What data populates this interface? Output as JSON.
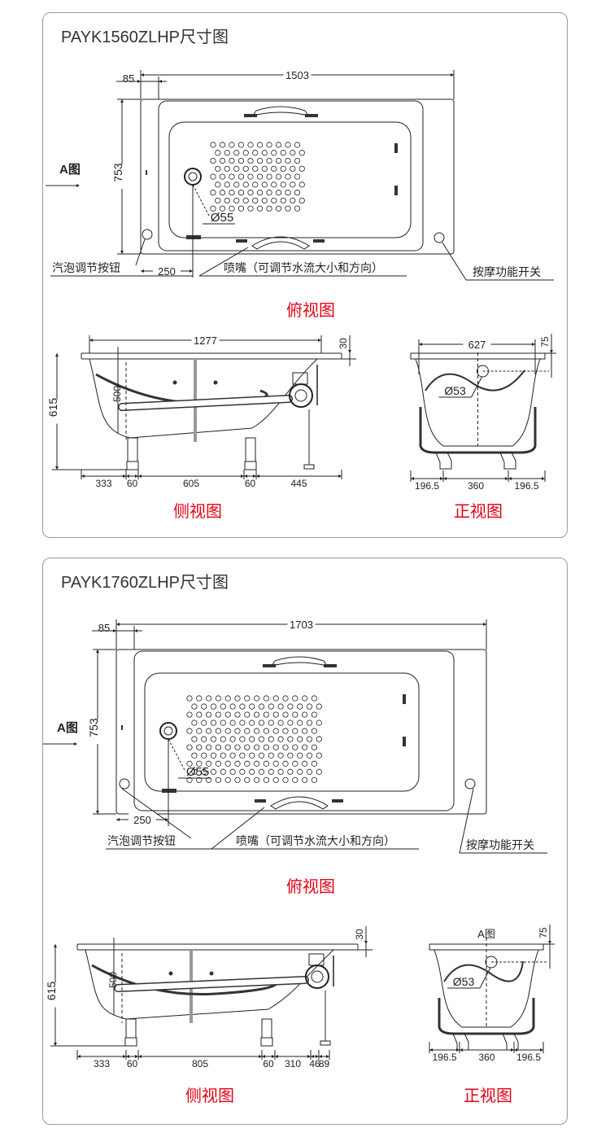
{
  "models": [
    {
      "title": "PAYK1560ZLHP尺寸图",
      "top_view": {
        "a_view_label": "A图",
        "dims": {
          "length": "1503",
          "offset": "85",
          "width": "753",
          "button_pos": "250",
          "drain": "Ø55"
        },
        "labels": {
          "air_button": "汽泡调节按钮",
          "nozzle": "喷嘴（可调节水流大小和方向）",
          "massage_switch": "按摩功能开关"
        },
        "caption": "俯视图"
      },
      "side_view": {
        "dims": {
          "inner_length": "1277",
          "rim": "30",
          "height": "615",
          "depth": "500"
        },
        "bottom_dims": [
          "333",
          "60",
          "605",
          "60",
          "445"
        ],
        "caption": "侧视图"
      },
      "front_view": {
        "dims": {
          "width": "627",
          "rim": "75",
          "overflow": "Ø53"
        },
        "bottom_dims": [
          "196.5",
          "360",
          "196.5"
        ],
        "caption": "正视图"
      }
    },
    {
      "title": "PAYK1760ZLHP尺寸图",
      "top_view": {
        "a_view_label": "A图",
        "dims": {
          "length": "1703",
          "offset": "85",
          "width": "753",
          "button_pos": "250",
          "drain": "Ø55"
        },
        "labels": {
          "air_button": "汽泡调节按钮",
          "nozzle": "喷嘴（可调节水流大小和方向）",
          "massage_switch": "按摩功能开关"
        },
        "caption": "俯视图"
      },
      "side_view": {
        "dims": {
          "rim": "30",
          "height": "615",
          "depth": "500"
        },
        "bottom_dims": [
          "333",
          "60",
          "805",
          "60",
          "310",
          "46",
          "89"
        ],
        "caption": "侧视图"
      },
      "front_view": {
        "a_view_label": "A图",
        "dims": {
          "rim": "75",
          "overflow": "Ø53"
        },
        "bottom_dims": [
          "196.5",
          "360",
          "196.5"
        ],
        "caption": "正视图"
      }
    }
  ],
  "colors": {
    "caption": "#e60012",
    "line": "#222222",
    "border": "#9a9a9a"
  }
}
